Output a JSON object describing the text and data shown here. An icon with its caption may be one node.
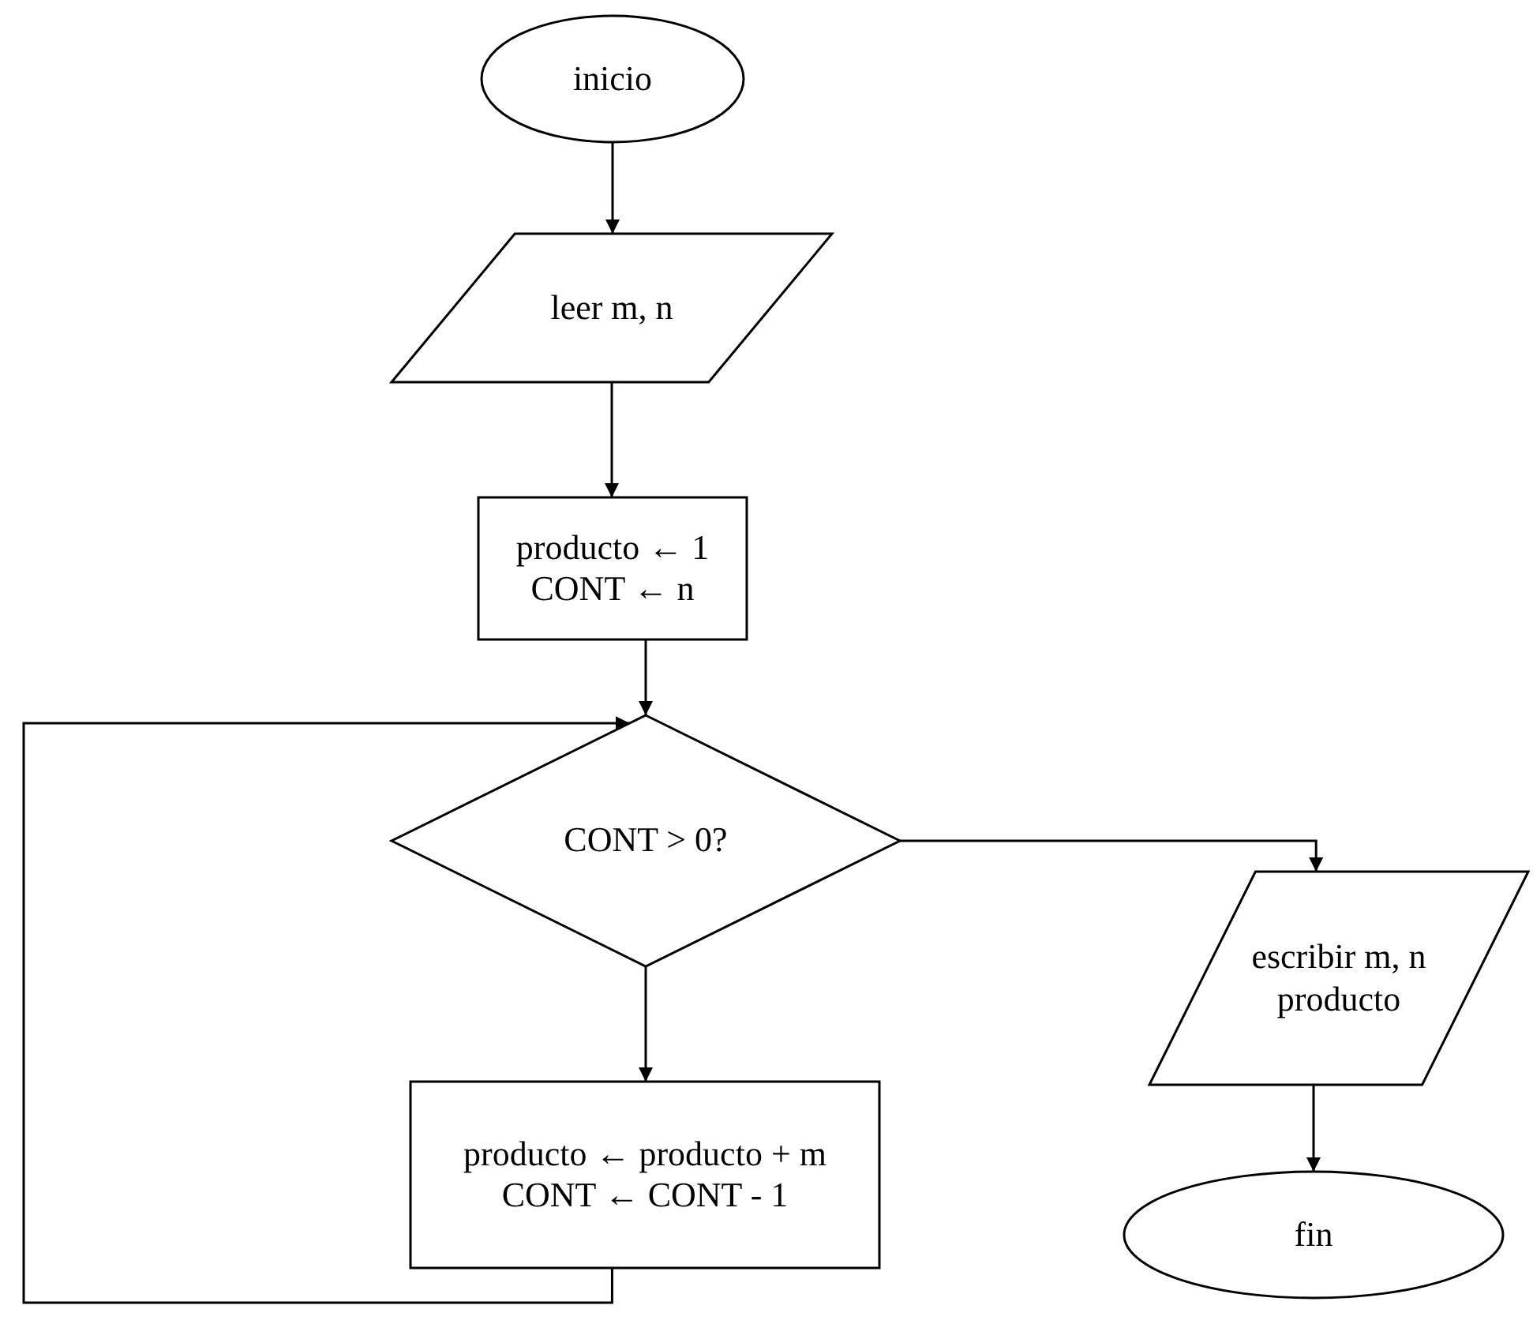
{
  "diagram": {
    "nodes": [
      {
        "text": [
          "inicio"
        ]
      },
      {
        "text": [
          "leer m, n"
        ]
      },
      {
        "text": [
          "producto ← 1",
          "CONT ← n"
        ]
      },
      {
        "text": [
          "CONT > 0?"
        ]
      },
      {
        "text": [
          "escribir m, n producto"
        ]
      },
      {
        "text": [
          "producto ← producto + m",
          "CONT ← CONT - 1"
        ]
      },
      {
        "text": [
          "fin"
        ]
      }
    ],
    "edges": [
      {
        "from": 0,
        "to": 1,
        "arrow": "to"
      },
      {
        "from": 1,
        "to": 2,
        "arrow": "to"
      },
      {
        "from": 2,
        "to": 3,
        "arrow": "to"
      },
      {
        "from": 3,
        "to": 4,
        "arrow": "to"
      },
      {
        "from": 3,
        "to": 5,
        "arrow": "to"
      },
      {
        "from": 5,
        "to": 3,
        "arrow": "to"
      },
      {
        "from": 4,
        "to": 6,
        "arrow": "to"
      }
    ]
  }
}
